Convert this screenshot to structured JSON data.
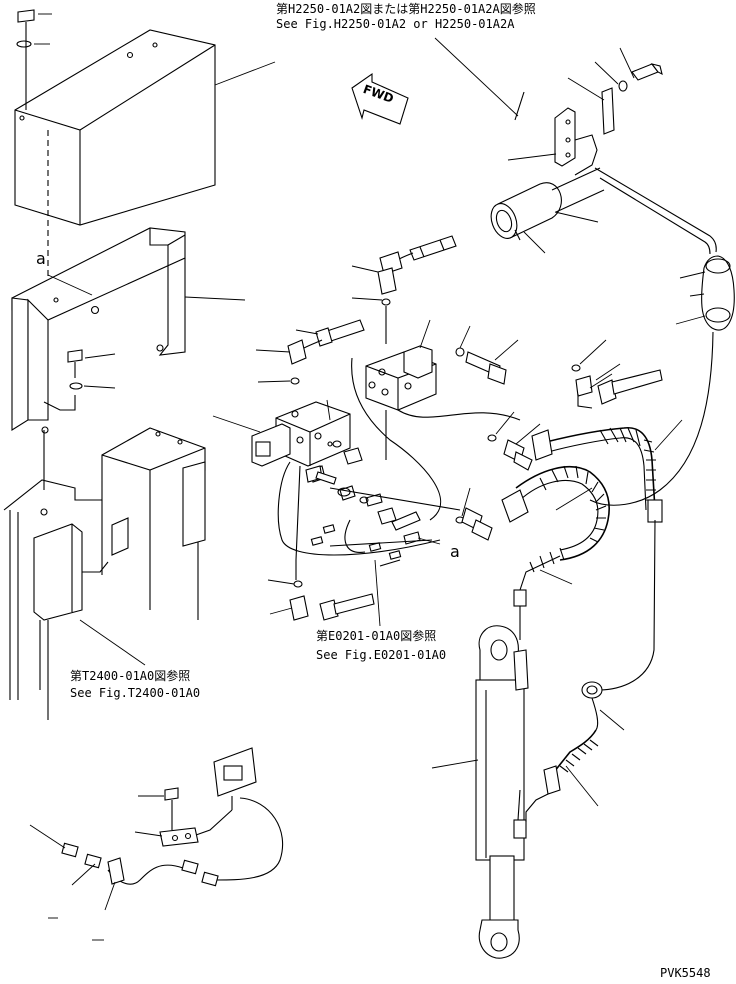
{
  "refs": {
    "top_ref_jp": "第H2250-01A2図または第H2250-01A2A図参照",
    "top_ref_en": "See Fig.H2250-01A2 or H2250-01A2A",
    "mid_ref_jp": "第E0201-01A0図参照",
    "mid_ref_en": "See Fig.E0201-01A0",
    "left_ref_jp": "第T2400-01A0図参照",
    "left_ref_en": "See Fig.T2400-01A0"
  },
  "markers": {
    "a_upper": "a",
    "a_lower": "a",
    "fwd": "FWD"
  },
  "drawing_code": "PVK5548"
}
